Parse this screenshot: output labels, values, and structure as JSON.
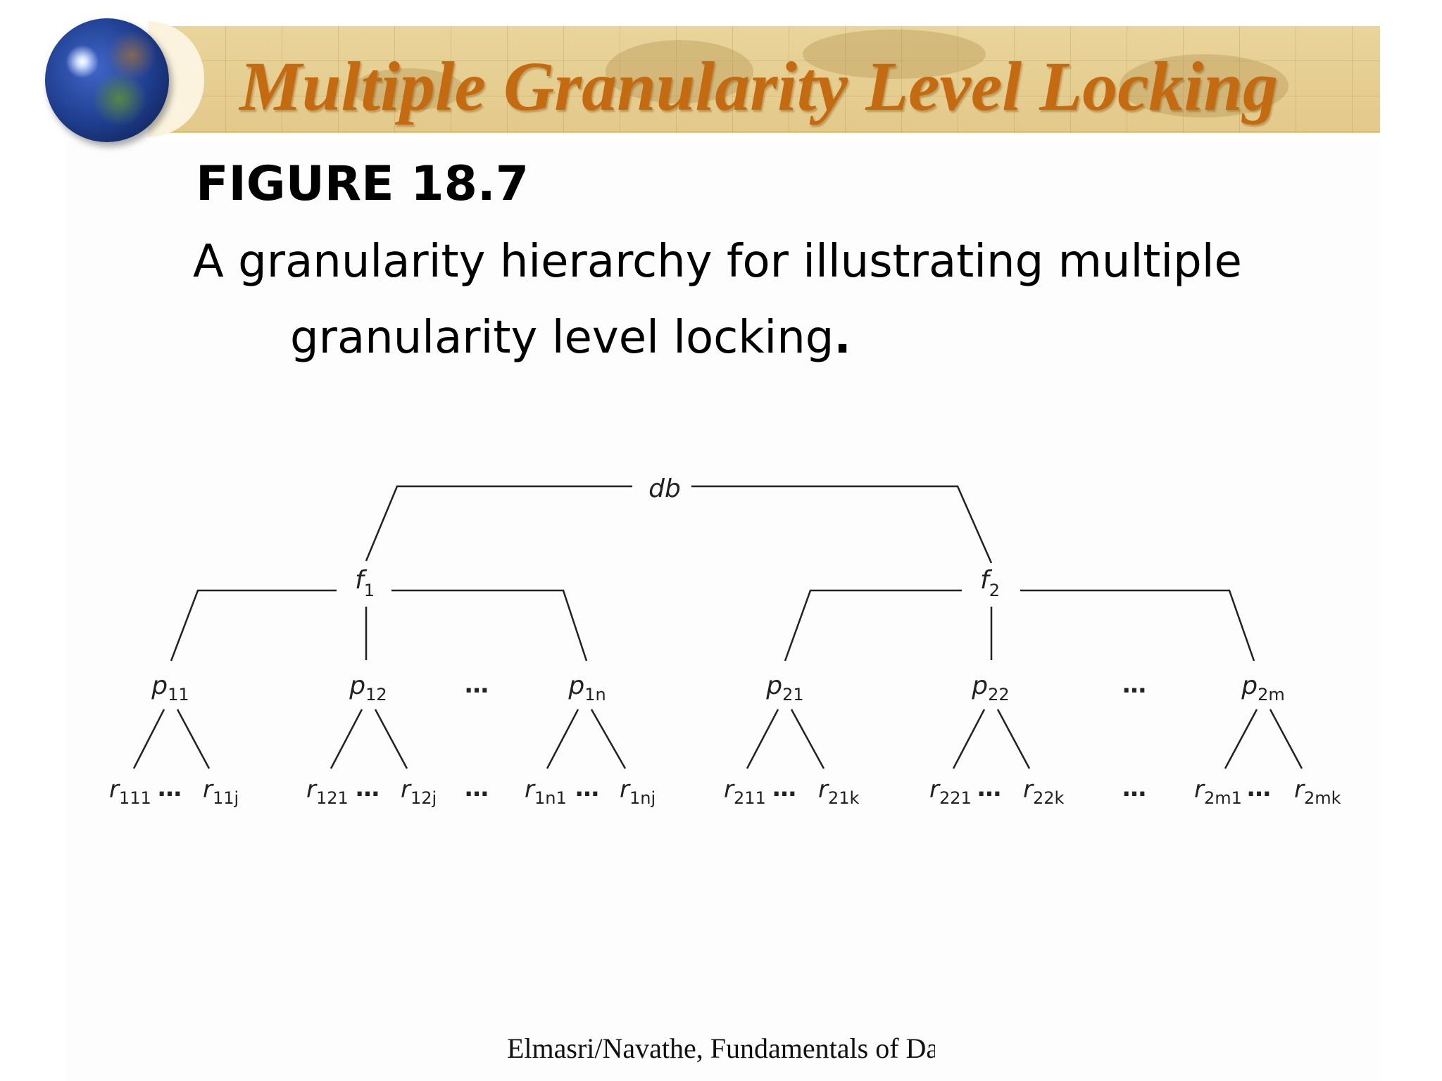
{
  "slide": {
    "title": "Multiple Granularity Level Locking",
    "figure_label": "FIGURE 18.7",
    "caption_line1": "A granularity hierarchy for illustrating multiple",
    "caption_line2": "granularity level locking",
    "caption_period": ".",
    "footer": "Elmasri/Navathe, Fundamentals of Da"
  },
  "diagram": {
    "root": "db",
    "files": [
      "f1",
      "f2"
    ],
    "pages": [
      "p11",
      "p12",
      "p1n",
      "p21",
      "p22",
      "p2m"
    ],
    "records": [
      "r111",
      "r11j",
      "r121",
      "r12j",
      "r1n1",
      "r1nj",
      "r211",
      "r21k",
      "r221",
      "r22k",
      "r2m1",
      "r2mk"
    ],
    "ellipsis": "…",
    "nodes": [
      {
        "id": "db",
        "base": "db",
        "sub": ""
      },
      {
        "id": "f1",
        "base": "f",
        "sub": "1"
      },
      {
        "id": "f2",
        "base": "f",
        "sub": "2"
      },
      {
        "id": "p11",
        "base": "p",
        "sub": "11"
      },
      {
        "id": "p12",
        "base": "p",
        "sub": "12"
      },
      {
        "id": "p1n",
        "base": "p",
        "sub": "1n"
      },
      {
        "id": "p21",
        "base": "p",
        "sub": "21"
      },
      {
        "id": "p22",
        "base": "p",
        "sub": "22"
      },
      {
        "id": "p2m",
        "base": "p",
        "sub": "2m"
      },
      {
        "id": "r111",
        "base": "r",
        "sub": "111"
      },
      {
        "id": "r11j",
        "base": "r",
        "sub": "11j"
      },
      {
        "id": "r121",
        "base": "r",
        "sub": "121"
      },
      {
        "id": "r12j",
        "base": "r",
        "sub": "12j"
      },
      {
        "id": "r1n1",
        "base": "r",
        "sub": "1n1"
      },
      {
        "id": "r1nj",
        "base": "r",
        "sub": "1nj"
      },
      {
        "id": "r211",
        "base": "r",
        "sub": "211"
      },
      {
        "id": "r21k",
        "base": "r",
        "sub": "21k"
      },
      {
        "id": "r221",
        "base": "r",
        "sub": "221"
      },
      {
        "id": "r22k",
        "base": "r",
        "sub": "22k"
      },
      {
        "id": "r2m1",
        "base": "r",
        "sub": "2m1"
      },
      {
        "id": "r2mk",
        "base": "r",
        "sub": "2mk"
      }
    ]
  }
}
